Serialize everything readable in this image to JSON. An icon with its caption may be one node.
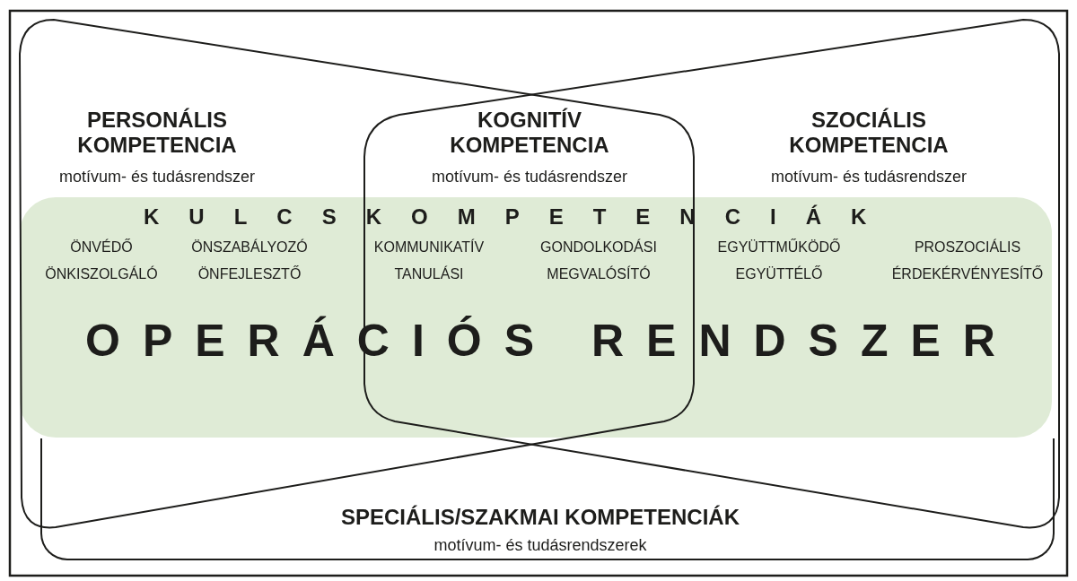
{
  "diagram": {
    "nodes": [
      {
        "text": [
          "PERSONÁLIS KOMPETENCIA",
          "motívum- és tudásrendszer"
        ]
      },
      {
        "text": [
          "KOGNITÍV KOMPETENCIA",
          "motívum- és tudásrendszer"
        ]
      },
      {
        "text": [
          "SZOCIÁLIS KOMPETENCIA",
          "motívum- és tudásrendszer"
        ]
      },
      {
        "text": [
          "KULCSKOMPETENCIÁK",
          "ÖNVÉDŐ",
          "ÖNSZABÁLYOZÓ",
          "KOMMUNIKATÍV",
          "GONDOLKODÁSI",
          "EGYÜTTMŰKÖDŐ",
          "PROSZOCIÁLIS",
          "ÖNKISZOLGÁLÓ",
          "ÖNFEJLESZTŐ",
          "TANULÁSI",
          "MEGVALÓSÍTÓ",
          "EGYÜTTÉLŐ",
          "ÉRDEKÉRVÉNYESÍTŐ",
          "OPERÁCIÓS RENDSZER"
        ]
      },
      {
        "text": [
          "SPECIÁLIS/SZAKMAI KOMPETENCIÁK",
          "motívum- és tudásrendszerek"
        ]
      }
    ]
  }
}
